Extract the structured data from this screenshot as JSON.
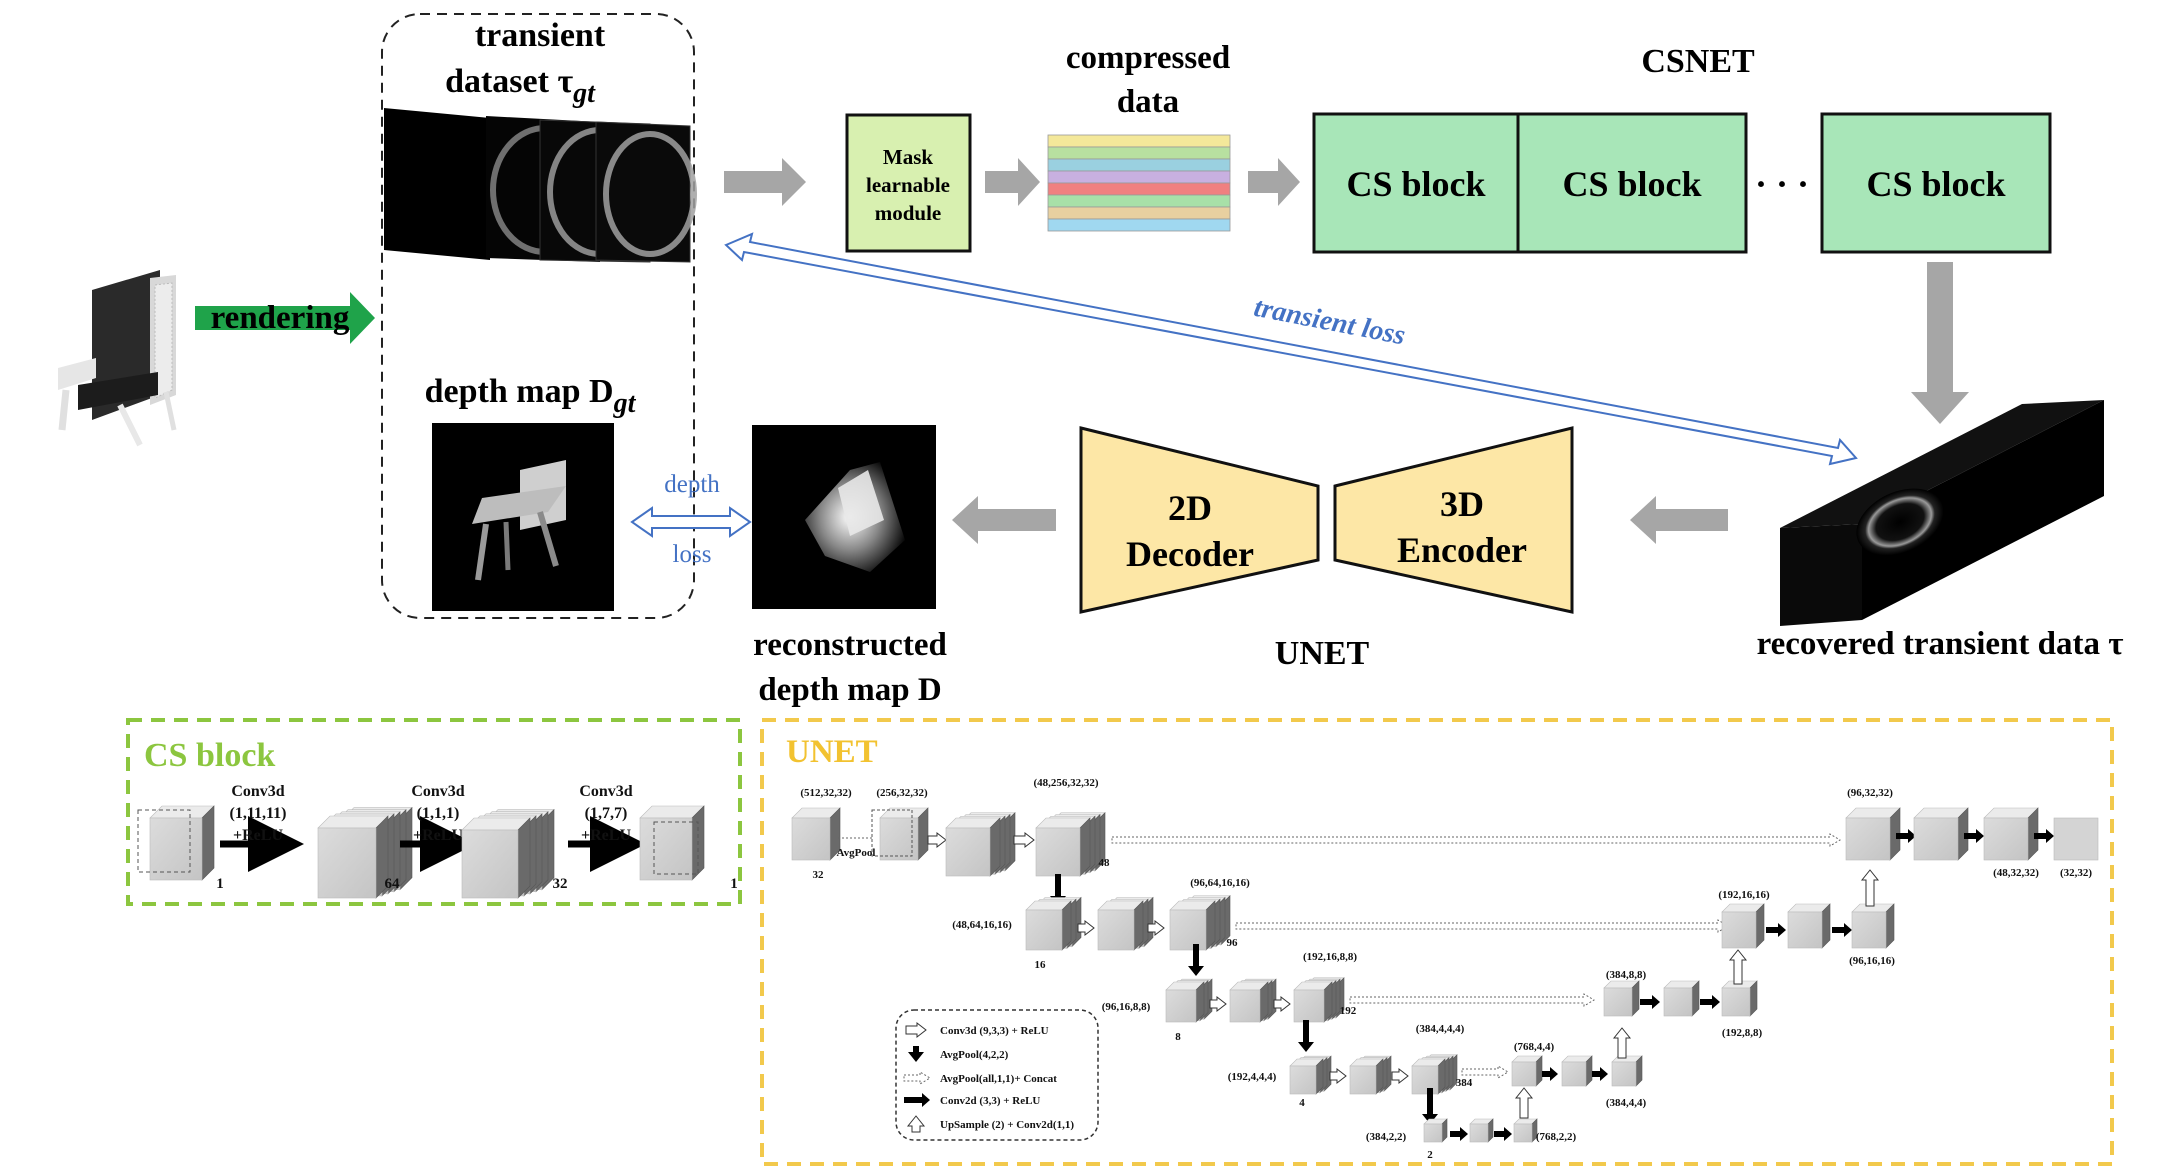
{
  "top": {
    "dataset_label_line1": "transient",
    "dataset_label_line2": "dataset τ",
    "dataset_label_sub": "gt",
    "depth_label": "depth map D",
    "depth_label_sub": "gt",
    "rendering": "rendering",
    "mask_line1": "Mask",
    "mask_line2": "learnable",
    "mask_line3": "module",
    "compressed_line1": "compressed",
    "compressed_line2": "data",
    "csnet_title": "CSNET",
    "cs_block_1": "CS block",
    "cs_block_2": "CS block",
    "cs_block_ellipsis": "· · ·",
    "cs_block_3": "CS block",
    "transient_loss": "transient loss",
    "depth_loss_line1": "depth",
    "depth_loss_line2": "loss",
    "reconstructed_line1": "reconstructed",
    "reconstructed_line2": "depth map D",
    "decoder_line1": "2D",
    "decoder_line2": "Decoder",
    "encoder_line1": "3D",
    "encoder_line2": "Encoder",
    "unet_title": "UNET",
    "recovered": "recovered transient data τ"
  },
  "colors": {
    "green_block": "#a8e6b8",
    "mask_fill": "#d8f0b0",
    "unet_fill": "#fde7a6",
    "arrow_gray": "#a6a6a6",
    "loss_blue": "#4472c4",
    "cs_border": "#8cc63f",
    "unet_border": "#f2c94c",
    "cs_title": "#8cc63f",
    "unet_title": "#f2c230",
    "rendering_arrow": "#1fa34a"
  },
  "compressed_stripes": [
    "#f4e89a",
    "#b8e0a0",
    "#9ad0e0",
    "#c8b0e0",
    "#f08080",
    "#a8e0a8",
    "#e8d0a0",
    "#a0d8f0"
  ],
  "cs_panel": {
    "title": "CS block",
    "ops": [
      {
        "line1": "Conv3d",
        "line2": "(1,11,11)",
        "line3": "+ReLU"
      },
      {
        "line1": "Conv3d",
        "line2": "(1,1,1)",
        "line3": "+ReLU"
      },
      {
        "line1": "Conv3d",
        "line2": "(1,7,7)",
        "line3": "+ReLU"
      }
    ],
    "channels": [
      "1",
      "64",
      "32",
      "1"
    ]
  },
  "unet_panel": {
    "title": "UNET",
    "labels": {
      "l1_in": "(512,32,32)",
      "l1_pool": "(256,32,32)",
      "l1_c": "32",
      "avgpool": "AvgPool",
      "l1_conv": "(48,256,32,32)",
      "l1_c2": "48",
      "l2_in": "(48,64,16,16)",
      "l2_c": "16",
      "l2_conv": "(96,64,16,16)",
      "l2_c2": "96",
      "l3_in": "(96,16,8,8)",
      "l3_c": "8",
      "l3_conv": "(192,16,8,8)",
      "l3_c2": "192",
      "l4_in": "(192,4,4,4)",
      "l4_c": "4",
      "l4_conv": "(384,4,4,4)",
      "l4_c2": "384",
      "l5_in": "(384,2,2)",
      "l5_c": "2",
      "l5_out": "(768,2,2)",
      "d4_top": "(768,4,4)",
      "d4_out": "(384,4,4)",
      "d3_top": "(384,8,8)",
      "d3_out": "(192,8,8)",
      "d2_top": "(192,16,16)",
      "d2_out": "(96,16,16)",
      "d1_top": "(96,32,32)",
      "d1_mid": "(48,32,32)",
      "d1_out": "(32,32)"
    },
    "legend": [
      "Conv3d (9,3,3) + ReLU",
      "AvgPool(4,2,2)",
      "AvgPool(all,1,1)+ Concat",
      "Conv2d (3,3) + ReLU",
      "UpSample (2) + Conv2d(1,1)"
    ]
  }
}
